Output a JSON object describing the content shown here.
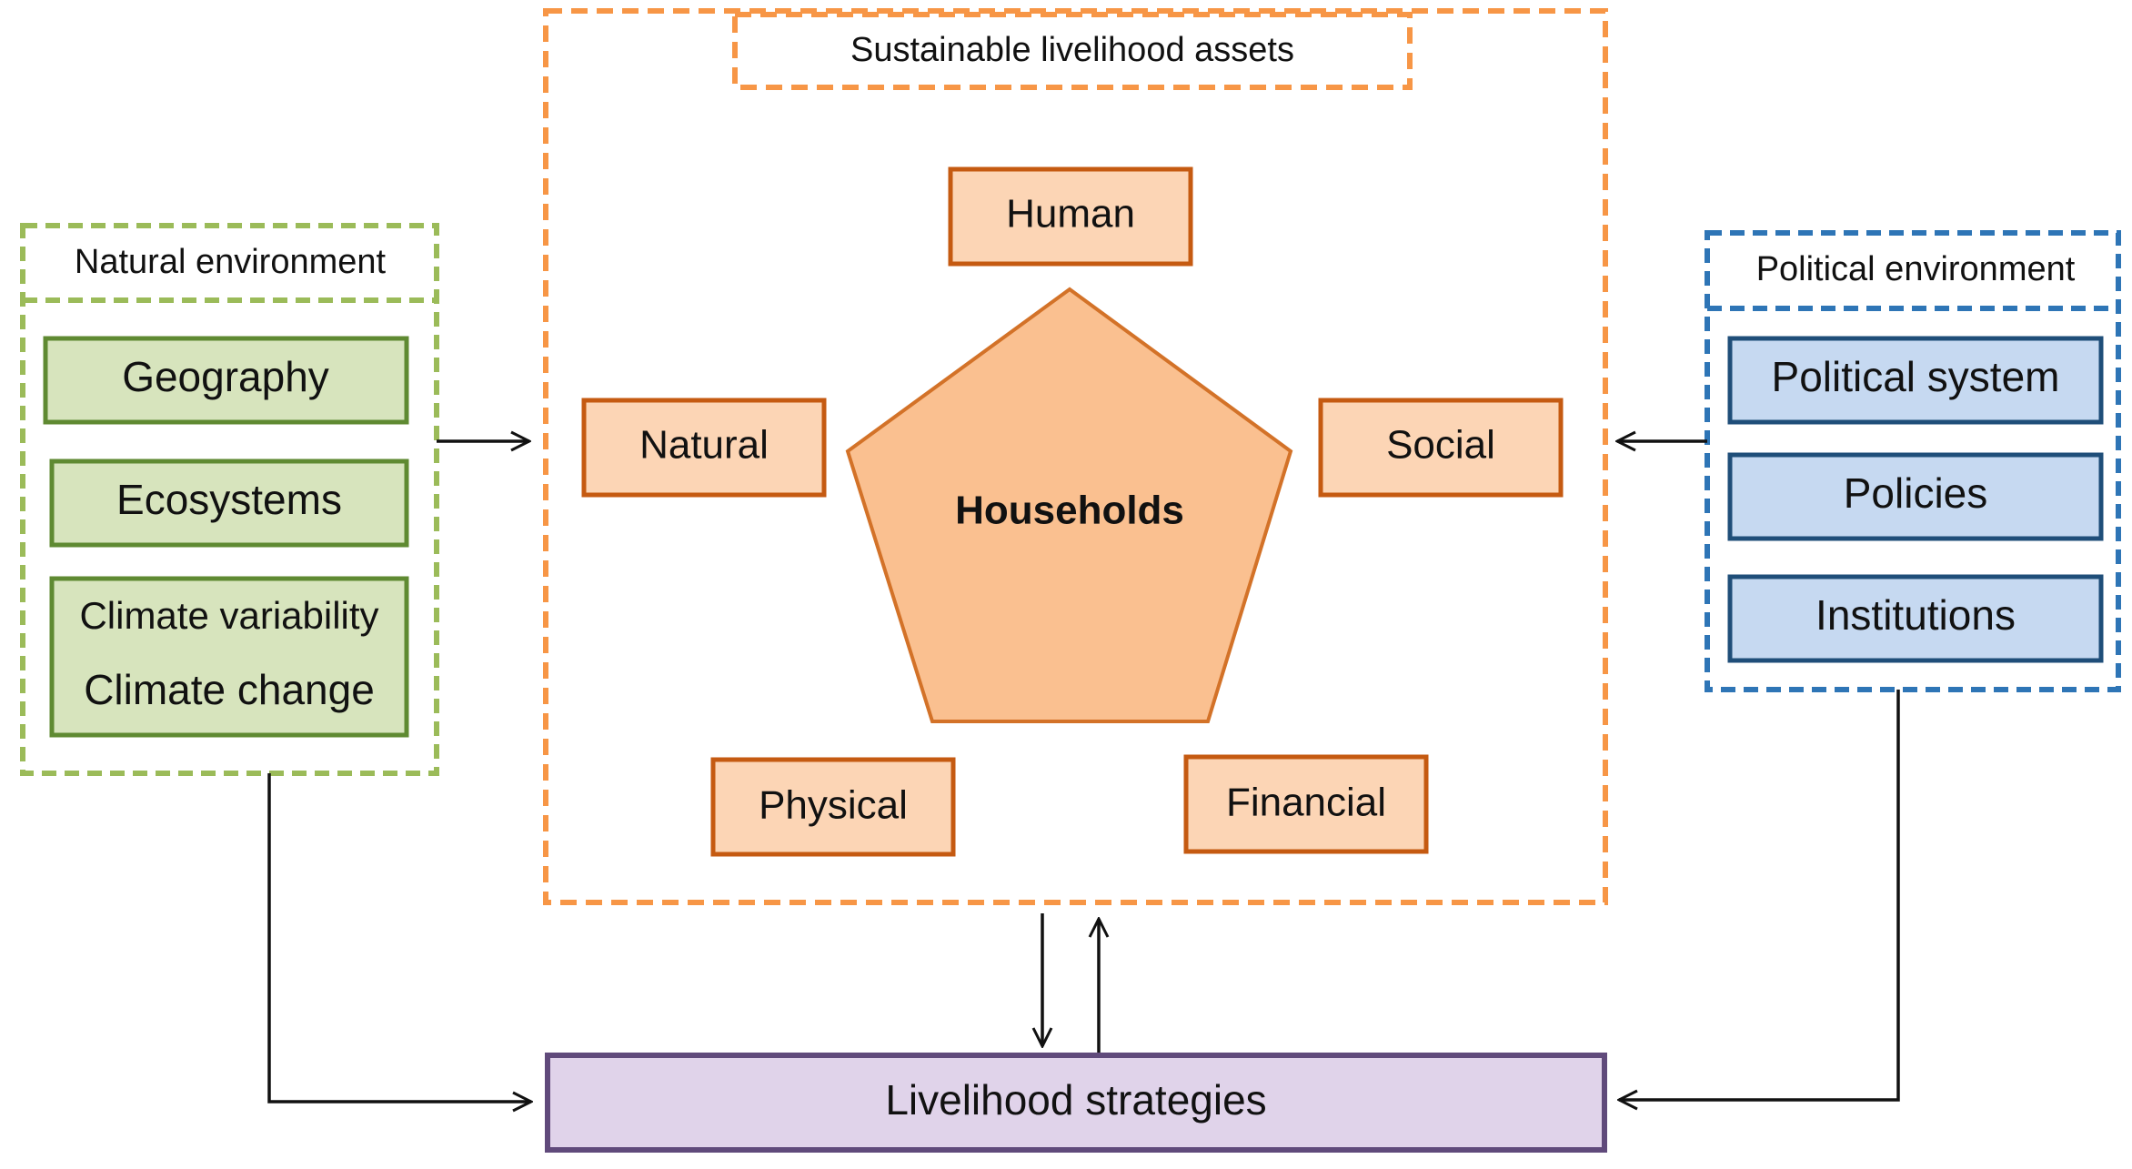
{
  "natural_environment": {
    "title": "Natural environment",
    "items": [
      "Geography",
      "Ecosystems"
    ],
    "climate_line1": "Climate variability",
    "climate_line2": "Climate change"
  },
  "assets": {
    "title": "Sustainable livelihood assets",
    "center": "Households",
    "human": "Human",
    "natural": "Natural",
    "social": "Social",
    "physical": "Physical",
    "financial": "Financial"
  },
  "political_environment": {
    "title": "Political environment",
    "items": [
      "Political system",
      "Policies",
      "Institutions"
    ]
  },
  "strategies": {
    "label": "Livelihood strategies"
  },
  "colors": {
    "orange_border": "#f79646",
    "asset_fill": "#fcd5b5",
    "asset_border": "#c55a11",
    "pentagon_fill": "#fac090",
    "pentagon_border": "#d37228",
    "green_border": "#9bbb59",
    "green_fill": "#d7e4bd",
    "green_item_border": "#5f8a32",
    "blue_border": "#2e75b6",
    "blue_fill": "#c6d9f1",
    "blue_item_border": "#1f4e79",
    "purple_fill": "#e0d3ea",
    "purple_border": "#604a7b"
  }
}
